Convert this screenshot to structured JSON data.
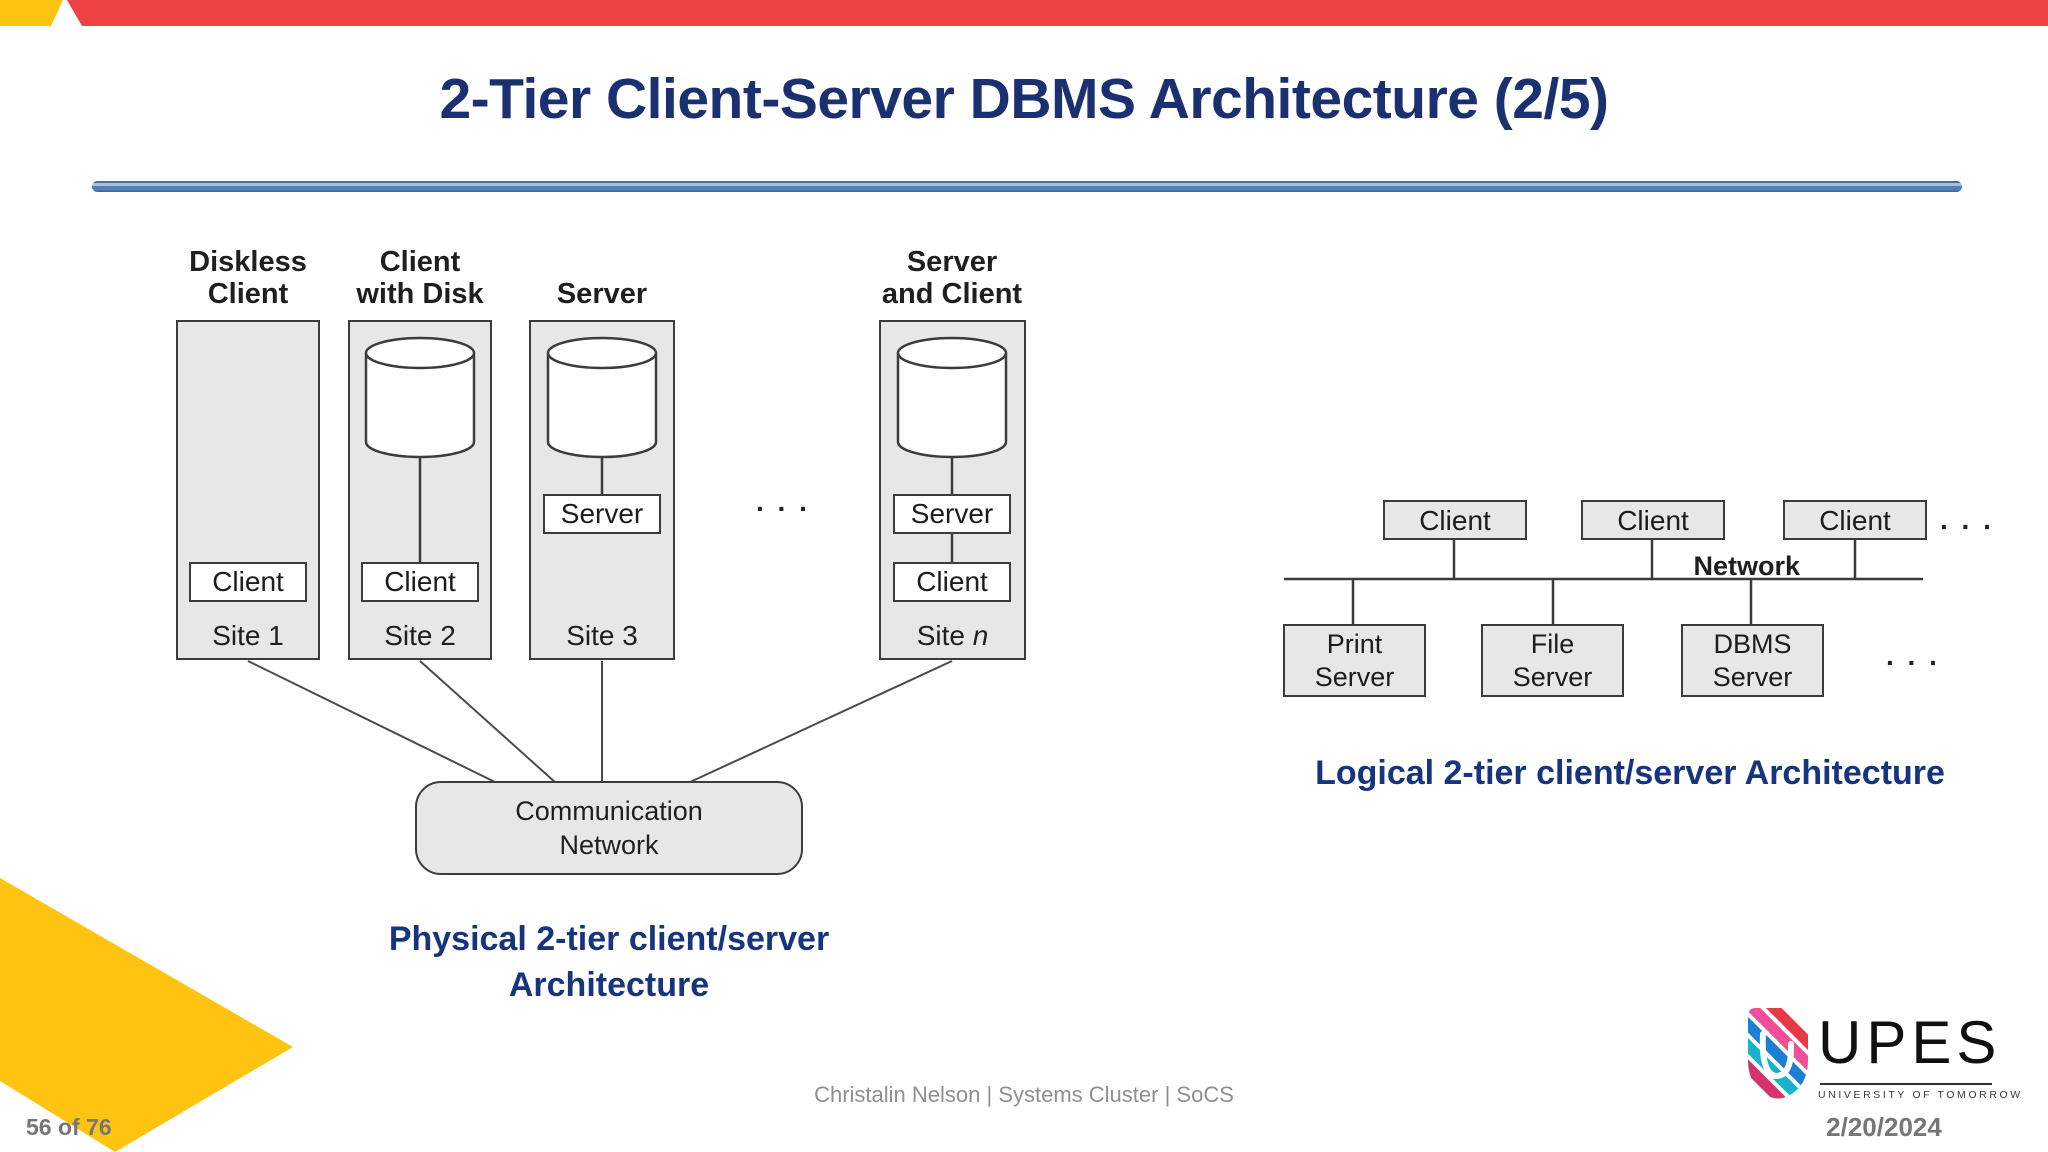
{
  "slide": {
    "title": "2-Tier Client-Server DBMS Architecture (2/5)",
    "page": "56 of 76",
    "date": "2/20/2024",
    "footer": "Christalin Nelson | Systems Cluster | SoCS"
  },
  "colors": {
    "accent_red": "#EE4143",
    "accent_yellow": "#FFC412",
    "title_navy": "#1B3070",
    "caption_navy": "#17357E",
    "divider_blue": "#5180B5",
    "figure_box_fill": "#E7E7E7",
    "figure_border": "#3c3c3c"
  },
  "physical": {
    "caption": {
      "line1": "Physical 2-tier client/server",
      "line2": "Architecture"
    },
    "ellipsis": ". . .",
    "network": {
      "line1": "Communication",
      "line2": "Network"
    },
    "sites": [
      {
        "header1": "Diskless",
        "header2": "Client",
        "client_label": "Client",
        "site_word": "Site",
        "site_num": "1"
      },
      {
        "header1": "Client",
        "header2": "with Disk",
        "client_label": "Client",
        "site_word": "Site",
        "site_num": "2"
      },
      {
        "header1": "Server",
        "server_label": "Server",
        "site_word": "Site",
        "site_num": "3"
      },
      {
        "header1": "Server",
        "header2": "and Client",
        "server_label": "Server",
        "client_label": "Client",
        "site_word": "Site",
        "site_num": "n"
      }
    ]
  },
  "logical": {
    "caption": "Logical 2-tier client/server Architecture",
    "network_label": "Network",
    "clients": [
      {
        "label": "Client"
      },
      {
        "label": "Client"
      },
      {
        "label": "Client"
      }
    ],
    "servers": [
      {
        "line1": "Print",
        "line2": "Server"
      },
      {
        "line1": "File",
        "line2": "Server"
      },
      {
        "line1": "DBMS",
        "line2": "Server"
      }
    ],
    "ellipsis_clients": ". . .",
    "ellipsis_servers": ". . ."
  },
  "logo": {
    "wordmark": "UPES",
    "tagline": "UNIVERSITY OF TOMORROW"
  }
}
